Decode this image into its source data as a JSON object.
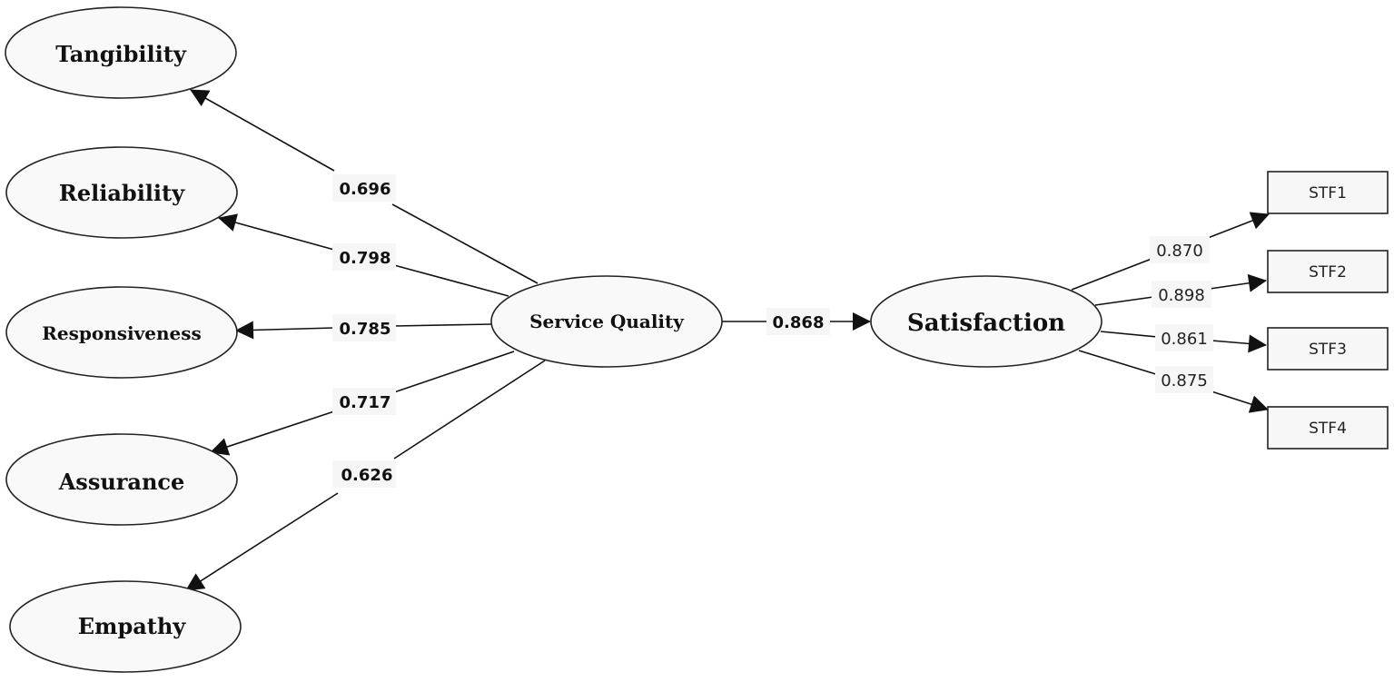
{
  "diagram": {
    "type": "structural_equation_model",
    "nodes": {
      "tangibility": {
        "label": "Tangibility",
        "kind": "latent"
      },
      "reliability": {
        "label": "Reliability",
        "kind": "latent"
      },
      "responsiveness": {
        "label": "Responsiveness",
        "kind": "latent"
      },
      "assurance": {
        "label": "Assurance",
        "kind": "latent"
      },
      "empathy": {
        "label": "Empathy",
        "kind": "latent"
      },
      "service_quality": {
        "label": "Service Quality",
        "kind": "latent"
      },
      "satisfaction": {
        "label": "Satisfaction",
        "kind": "latent"
      },
      "stf1": {
        "label": "STF1",
        "kind": "indicator"
      },
      "stf2": {
        "label": "STF2",
        "kind": "indicator"
      },
      "stf3": {
        "label": "STF3",
        "kind": "indicator"
      },
      "stf4": {
        "label": "STF4",
        "kind": "indicator"
      }
    },
    "edges": {
      "sq_tangibility": {
        "from": "Service Quality",
        "to": "Tangibility",
        "value": "0.696"
      },
      "sq_reliability": {
        "from": "Service Quality",
        "to": "Reliability",
        "value": "0.798"
      },
      "sq_responsiveness": {
        "from": "Service Quality",
        "to": "Responsiveness",
        "value": "0.785"
      },
      "sq_assurance": {
        "from": "Service Quality",
        "to": "Assurance",
        "value": "0.717"
      },
      "sq_empathy": {
        "from": "Service Quality",
        "to": "Empathy",
        "value": "0.626"
      },
      "sq_satisfaction": {
        "from": "Service Quality",
        "to": "Satisfaction",
        "value": "0.868"
      },
      "sat_stf1": {
        "from": "Satisfaction",
        "to": "STF1",
        "value": "0.870"
      },
      "sat_stf2": {
        "from": "Satisfaction",
        "to": "STF2",
        "value": "0.898"
      },
      "sat_stf3": {
        "from": "Satisfaction",
        "to": "STF3",
        "value": "0.861"
      },
      "sat_stf4": {
        "from": "Satisfaction",
        "to": "STF4",
        "value": "0.875"
      }
    }
  }
}
